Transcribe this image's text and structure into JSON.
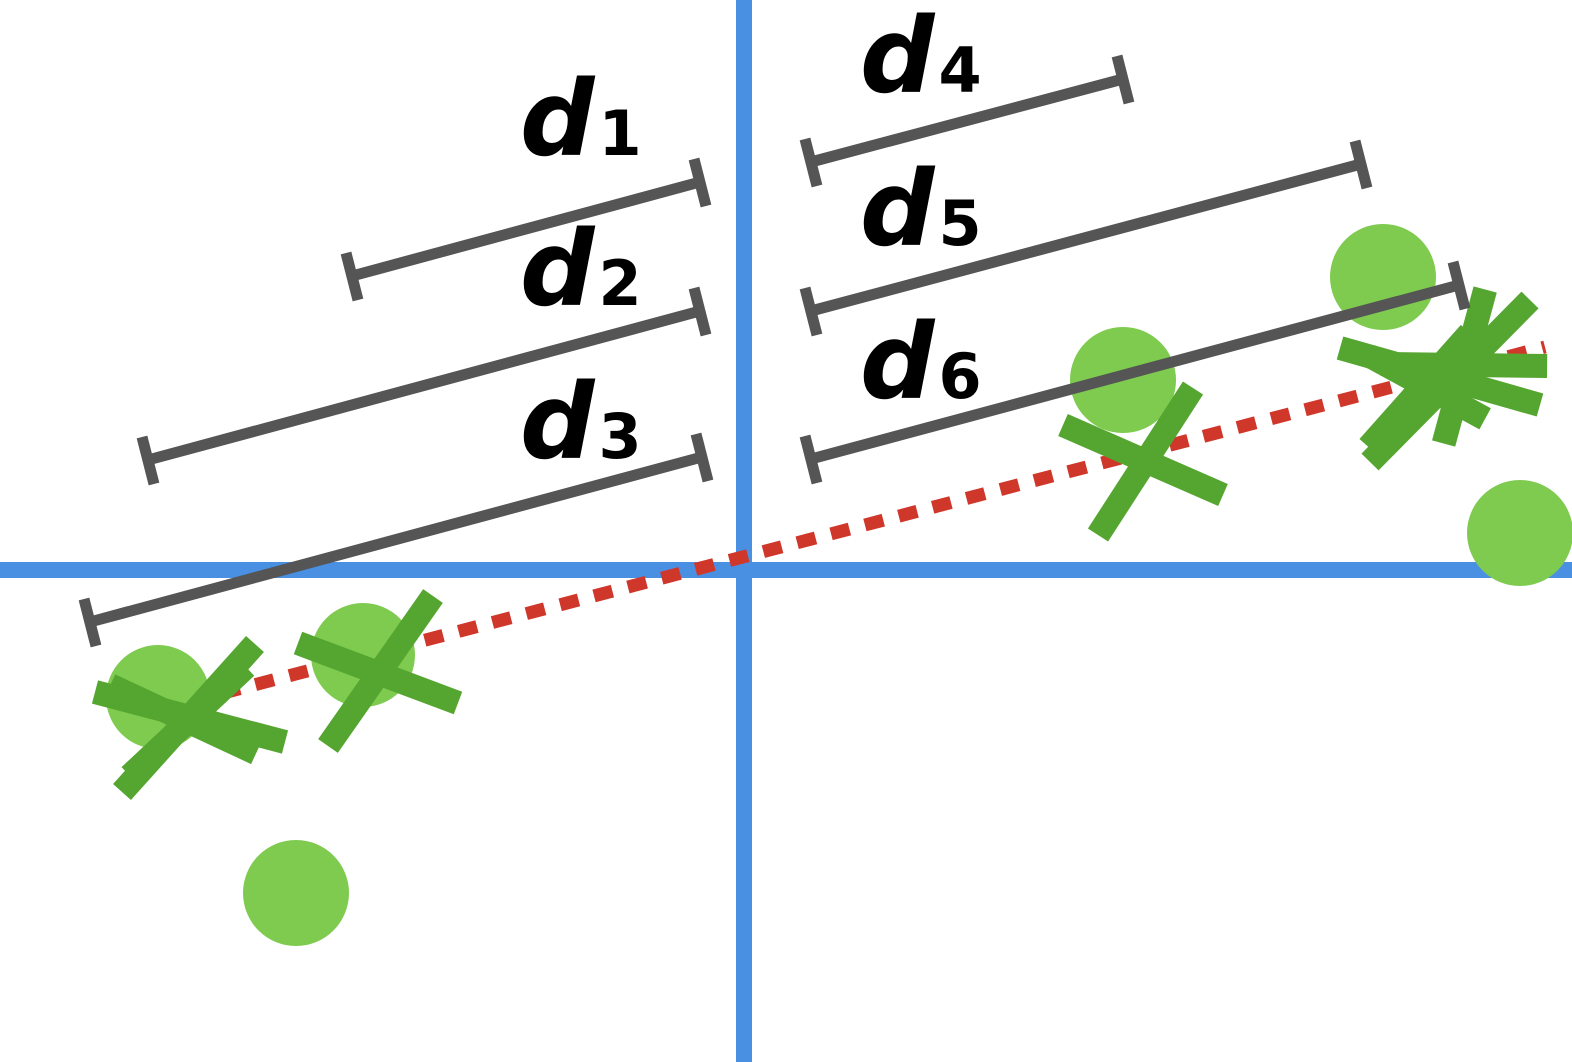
{
  "colors": {
    "axis": "#4a90e2",
    "projection_line": "#d0372b",
    "distance_bar": "#555555",
    "point": "#7ecb50",
    "projected_mark": "#55a630",
    "label": "#000000"
  },
  "distance_labels": [
    {
      "letter": "d",
      "sub": "1"
    },
    {
      "letter": "d",
      "sub": "2"
    },
    {
      "letter": "d",
      "sub": "3"
    },
    {
      "letter": "d",
      "sub": "4"
    },
    {
      "letter": "d",
      "sub": "5"
    },
    {
      "letter": "d",
      "sub": "6"
    }
  ],
  "icons": {
    "point": "filled-circle",
    "projection": "x-mark"
  }
}
